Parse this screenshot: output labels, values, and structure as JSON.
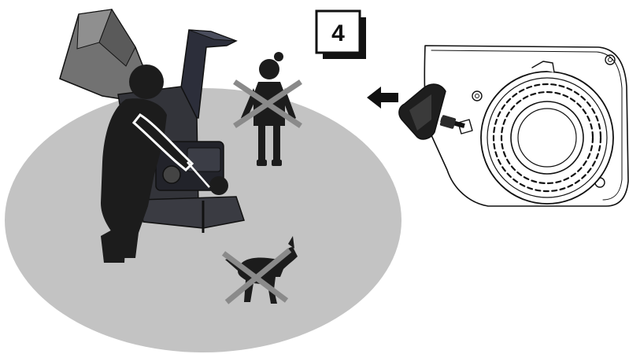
{
  "step_number": "4",
  "colors": {
    "safety_zone": "#c3c3c3",
    "silhouette": "#1c1c1c",
    "machine_body": "#33343a",
    "chute": "#6e6e6e",
    "cross_mark": "#8a8a8a",
    "outline": "#111111",
    "arrow": "#111111"
  },
  "icons": [
    "operator-silhouette",
    "wood-chipper",
    "child-prohibited-icon",
    "dog-prohibited-icon",
    "pull-direction-arrow",
    "recoil-starter"
  ]
}
